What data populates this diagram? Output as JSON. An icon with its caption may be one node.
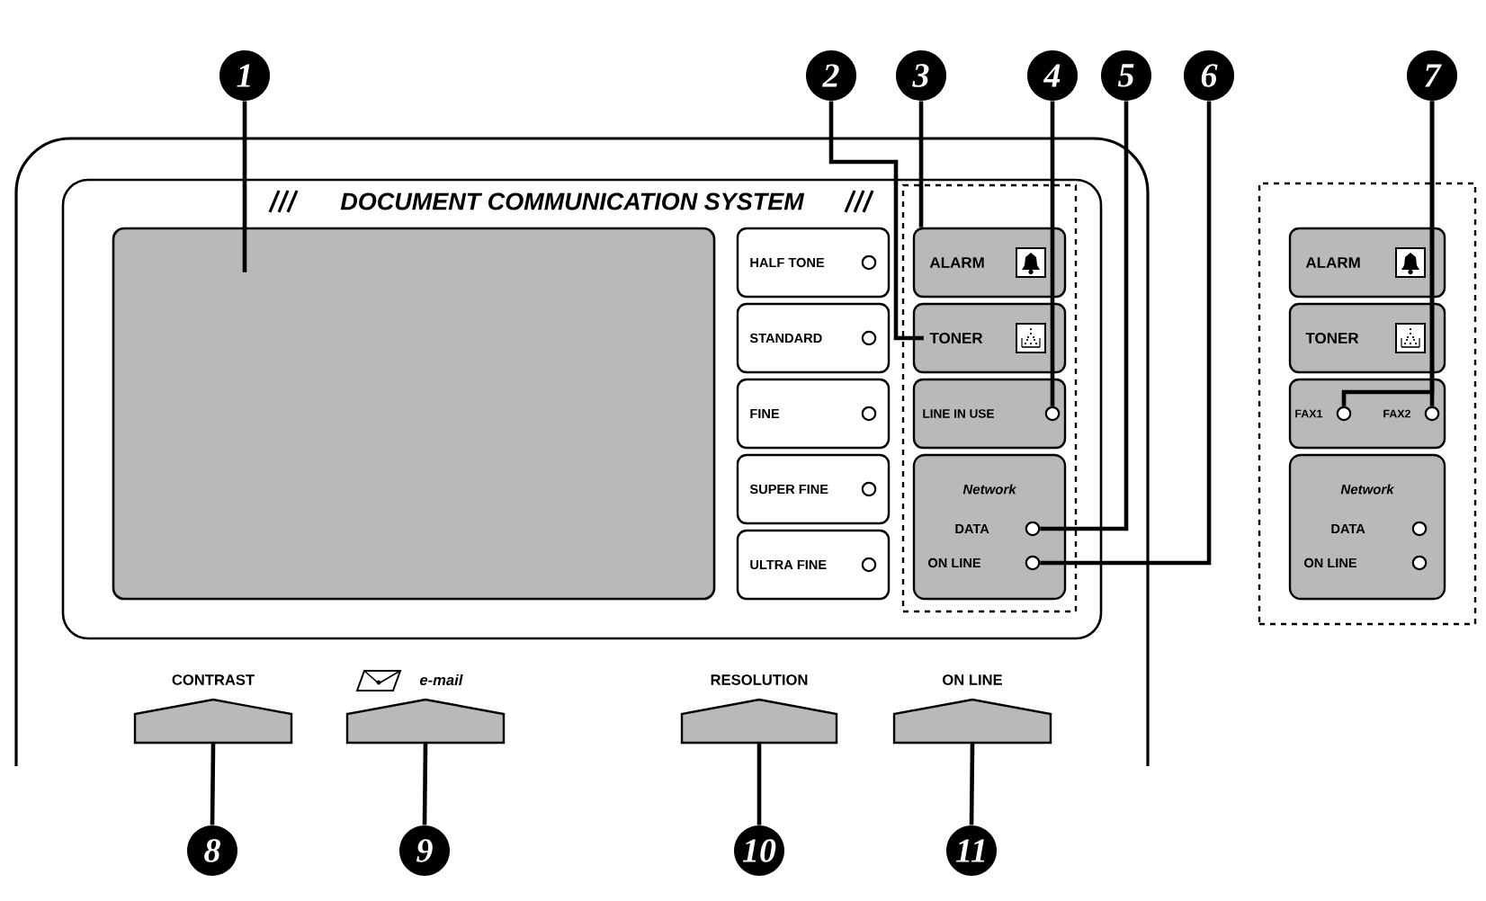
{
  "diagram": {
    "nodes": [
      {
        "text": [
          "1"
        ]
      },
      {
        "text": [
          "2"
        ]
      },
      {
        "text": [
          "3"
        ]
      },
      {
        "text": [
          "4"
        ]
      },
      {
        "text": [
          "5"
        ]
      },
      {
        "text": [
          "6"
        ]
      },
      {
        "text": [
          "7"
        ]
      },
      {
        "text": [
          "DOCUMENT COMMUNICATION SYSTEM"
        ]
      },
      {
        "text": [],
        "shape": "box",
        "in": 7
      },
      {
        "text": [
          "HALF TONE"
        ],
        "in": 7
      },
      {
        "text": [
          "STANDARD"
        ],
        "in": 7
      },
      {
        "text": [
          "FINE"
        ],
        "in": 7
      },
      {
        "text": [
          "SUPER FINE"
        ],
        "in": 7
      },
      {
        "text": [
          "ULTRA FINE"
        ],
        "in": 7
      },
      {
        "text": [],
        "shape": "box",
        "in": 7
      },
      {
        "text": [
          "ALARM"
        ],
        "in": 14
      },
      {
        "text": [
          "TONER"
        ],
        "in": 14
      },
      {
        "text": [
          "LINE IN USE"
        ],
        "in": 14
      },
      {
        "text": [],
        "shape": "circle",
        "in": 17
      },
      {
        "text": [
          "Network",
          "DATA",
          "ON LINE"
        ],
        "in": 14
      },
      {
        "text": [],
        "shape": "circle",
        "in": 19
      },
      {
        "text": [],
        "shape": "circle",
        "in": 19
      },
      {
        "text": [],
        "shape": "box"
      },
      {
        "text": [
          "ALARM"
        ],
        "in": 22
      },
      {
        "text": [
          "TONER"
        ],
        "in": 22
      },
      {
        "text": [
          "FAX1",
          "FAX2"
        ],
        "in": 22
      },
      {
        "text": [],
        "shape": "circle",
        "in": 25
      },
      {
        "text": [],
        "shape": "circle",
        "in": 25
      },
      {
        "text": [
          "Network",
          "DATA",
          "ON LINE"
        ],
        "in": 22
      },
      {
        "text": [
          "CONTRAST"
        ]
      },
      {
        "text": [
          "e-mail"
        ]
      },
      {
        "text": [
          "RESOLUTION"
        ]
      },
      {
        "text": [
          "ON LINE"
        ]
      },
      {
        "text": [
          "8"
        ]
      },
      {
        "text": [
          "9"
        ]
      },
      {
        "text": [
          "10"
        ]
      },
      {
        "text": [
          "11"
        ]
      }
    ],
    "edges": [
      {
        "from": 0,
        "to": 8,
        "arrow": "none"
      },
      {
        "from": 1,
        "to": 16,
        "arrow": "none"
      },
      {
        "from": 2,
        "to": 15,
        "arrow": "none"
      },
      {
        "from": 3,
        "to": 18,
        "arrow": "none"
      },
      {
        "from": 4,
        "to": 20,
        "arrow": "none"
      },
      {
        "from": 5,
        "to": 21,
        "arrow": "none"
      },
      {
        "from": 6,
        "to": 26,
        "arrow": "none"
      },
      {
        "from": 6,
        "to": 27,
        "arrow": "none"
      },
      {
        "from": 33,
        "to": 29,
        "arrow": "none"
      },
      {
        "from": 34,
        "to": 30,
        "arrow": "none"
      },
      {
        "from": 35,
        "to": 31,
        "arrow": "none"
      },
      {
        "from": 36,
        "to": 32,
        "arrow": "none"
      }
    ]
  }
}
